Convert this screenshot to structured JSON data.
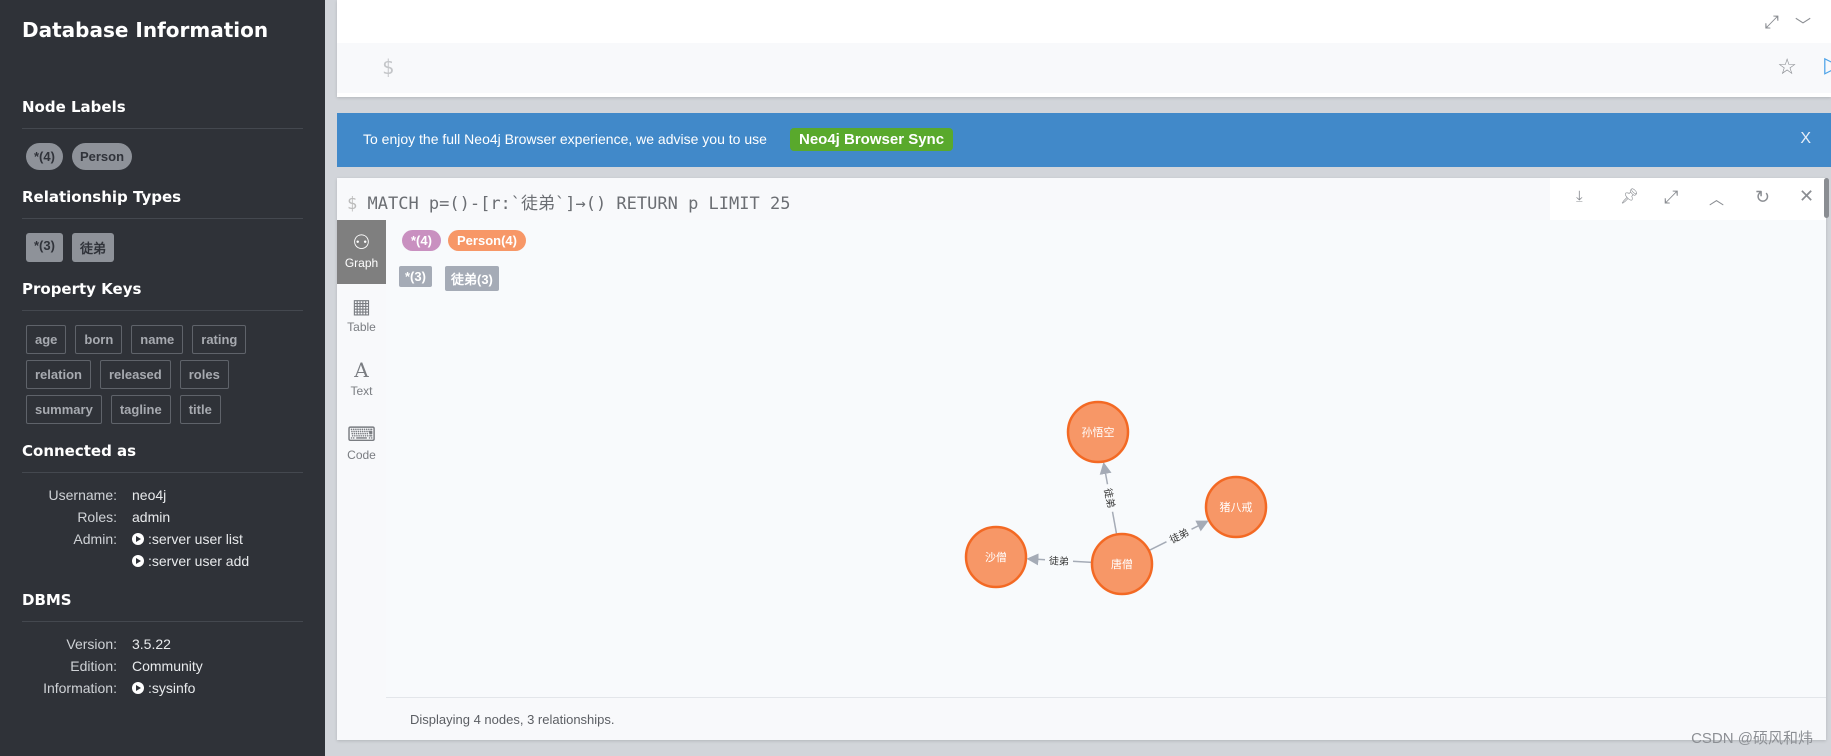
{
  "sidebar": {
    "title": "Database Information",
    "node_labels_heading": "Node Labels",
    "node_labels": [
      "*(4)",
      "Person"
    ],
    "rel_types_heading": "Relationship Types",
    "rel_types": [
      "*(3)",
      "徒弟"
    ],
    "property_keys_heading": "Property Keys",
    "property_keys": [
      "age",
      "born",
      "name",
      "rating",
      "relation",
      "released",
      "roles",
      "summary",
      "tagline",
      "title"
    ],
    "connected_heading": "Connected as",
    "username_label": "Username:",
    "username": "neo4j",
    "roles_label": "Roles:",
    "roles": "admin",
    "admin_label": "Admin:",
    "admin_links": [
      ":server user list",
      ":server user add"
    ],
    "dbms_heading": "DBMS",
    "version_label": "Version:",
    "version": "3.5.22",
    "edition_label": "Edition:",
    "edition": "Community",
    "info_label": "Information:",
    "info_link": ":sysinfo"
  },
  "editor": {
    "prompt": "$"
  },
  "banner": {
    "message": "To enjoy the full Neo4j Browser experience, we advise you to use",
    "button": "Neo4j Browser Sync",
    "close": "X"
  },
  "result": {
    "prompt": "$",
    "query": "MATCH p=()-[r:`徒弟`]→() RETURN p LIMIT 25",
    "tabs": [
      "Graph",
      "Table",
      "Text",
      "Code"
    ],
    "label_pills": [
      {
        "text": "*(4)",
        "color": "#c990c0"
      },
      {
        "text": "Person(4)",
        "color": "#f79767"
      }
    ],
    "rel_pills": [
      "*(3)",
      "徒弟(3)"
    ],
    "nodes": [
      "孙悟空",
      "猪八戒",
      "沙僧",
      "唐僧"
    ],
    "relationship_label": "徒弟",
    "footer": "Displaying 4 nodes, 3 relationships."
  },
  "watermark": "CSDN @硕风和炜"
}
